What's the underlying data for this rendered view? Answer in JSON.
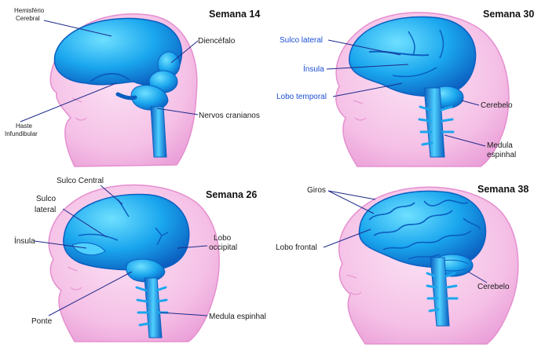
{
  "colors": {
    "skin": "#f7c6e8",
    "skin_edge": "#e58fcf",
    "brain_light": "#4fd0ff",
    "brain_mid": "#1aa6ee",
    "brain_dark": "#0b5fc0",
    "leader": "#1e2a8a",
    "highlight_label": "#1a4fd6"
  },
  "panels": [
    {
      "week_label": "Semana 14",
      "labels": {
        "hemisferio_line1": "Hemisfério",
        "hemisferio_line2": "Cerebral",
        "diencefalo": "Diencéfalo",
        "haste_line1": "Haste",
        "haste_line2": "Infundibular",
        "nervos": "Nervos cranianos"
      }
    },
    {
      "week_label": "Semana 30",
      "labels": {
        "sulco_lateral": "Sulco lateral",
        "insula": "Ínsula",
        "lobo_temporal": "Lobo temporal",
        "cerebelo": "Cerebelo",
        "medula_line1": "Medula",
        "medula_line2": "espinhal"
      }
    },
    {
      "week_label": "Semana 26",
      "labels": {
        "sulco_central": "Sulco Central",
        "sulco_line1": "Sulco",
        "sulco_line2": "lateral",
        "insula": "Ínsula",
        "lobo_line1": "Lobo",
        "lobo_line2": "occipital",
        "ponte": "Ponte",
        "medula": "Medula espinhal"
      }
    },
    {
      "week_label": "Semana 38",
      "labels": {
        "giros": "Giros",
        "lobo_frontal": "Lobo frontal",
        "cerebelo": "Cerebelo"
      }
    }
  ]
}
